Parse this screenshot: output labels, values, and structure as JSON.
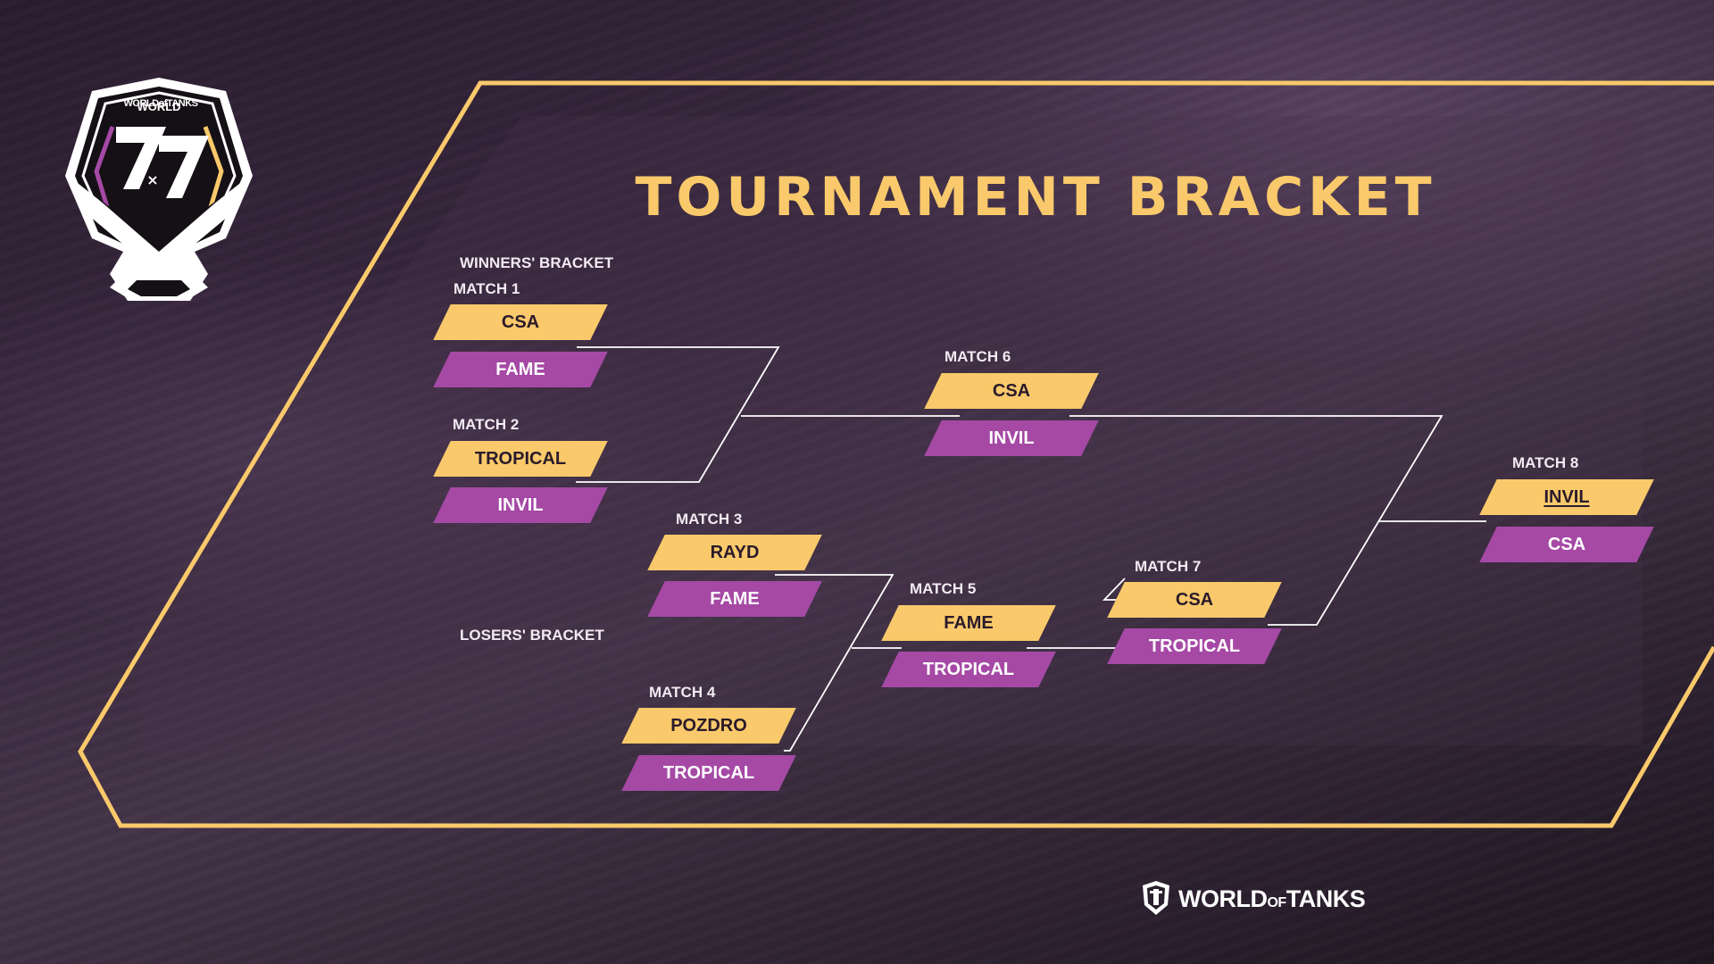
{
  "title": "TOURNAMENT BRACKET",
  "logo": {
    "top_text": "WORLDofTANKS",
    "number": "7x7"
  },
  "footer": {
    "brand_big": "WORLD",
    "brand_small": "OF",
    "brand_end": "TANKS"
  },
  "sections": {
    "winners": "WINNERS' BRACKET",
    "losers": "LOSERS' BRACKET"
  },
  "colors": {
    "gold": "#f9c96b",
    "purple": "#a549a5",
    "background": "#3a2940"
  },
  "matches": {
    "m1": {
      "label": "MATCH 1",
      "top": "CSA",
      "bottom": "FAME"
    },
    "m2": {
      "label": "MATCH 2",
      "top": "TROPICAL",
      "bottom": "INVIL"
    },
    "m3": {
      "label": "MATCH 3",
      "top": "RAYD",
      "bottom": "FAME"
    },
    "m4": {
      "label": "MATCH 4",
      "top": "POZDRO",
      "bottom": "TROPICAL"
    },
    "m5": {
      "label": "MATCH 5",
      "top": "FAME",
      "bottom": "TROPICAL"
    },
    "m6": {
      "label": "MATCH 6",
      "top": "CSA",
      "bottom": "INVIL"
    },
    "m7": {
      "label": "MATCH 7",
      "top": "CSA",
      "bottom": "TROPICAL"
    },
    "m8": {
      "label": "MATCH 8",
      "top": "INVIL",
      "bottom": "CSA",
      "winner": "INVIL"
    }
  }
}
